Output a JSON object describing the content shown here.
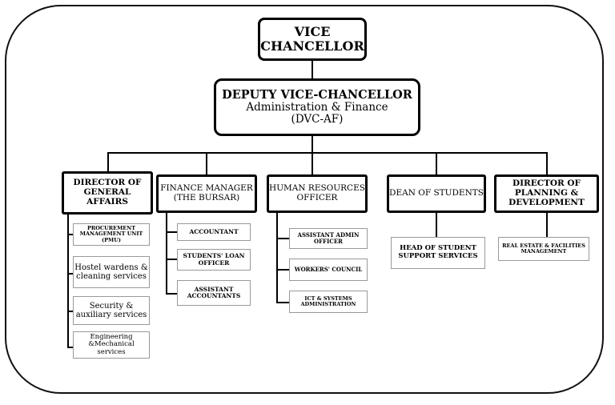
{
  "top": {
    "title": "VICE CHANCELLOR"
  },
  "deputy": {
    "line1": "DEPUTY VICE-CHANCELLOR",
    "line2": "Administration & Finance",
    "line3": "(DVC-AF)"
  },
  "departments": [
    {
      "title": "DIRECTOR OF GENERAL AFFAIRS",
      "units": [
        "PROCUREMENT MANAGEMENT UNIT (PMU)",
        "Hostel wardens & cleaning services",
        "Security & auxiliary services",
        "Engineering &Mechanical services"
      ]
    },
    {
      "title": "FINANCE MANAGER (THE BURSAR)",
      "units": [
        "ACCOUNTANT",
        "STUDENTS' LOAN OFFICER",
        "ASSISTANT ACCOUNTANTS"
      ]
    },
    {
      "title": "HUMAN RESOURCES OFFICER",
      "units": [
        "ASSISTANT ADMIN OFFICER",
        "WORKERS' COUNCIL",
        "ICT & SYSTEMS ADMINISTRATION"
      ]
    },
    {
      "title": "DEAN OF STUDENTS",
      "units": [
        "HEAD OF STUDENT SUPPORT SERVICES"
      ]
    },
    {
      "title": "DIRECTOR OF PLANNING & DEVELOPMENT",
      "units": [
        "REAL ESTATE & FACILITIES MANAGEMENT"
      ]
    }
  ]
}
